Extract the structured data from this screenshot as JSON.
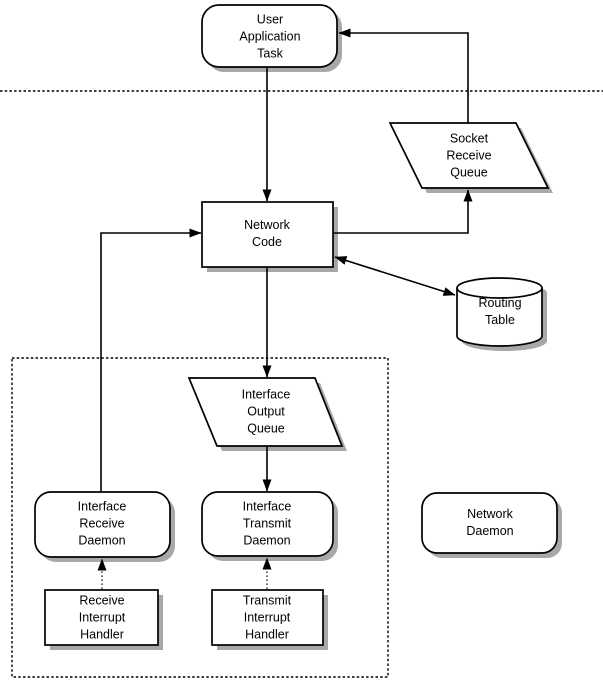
{
  "diagram": {
    "type": "flow-diagram",
    "nodes": {
      "user_application_task": {
        "label": "User\nApplication\nTask",
        "shape": "rounded-rect"
      },
      "socket_receive_queue": {
        "label": "Socket\nReceive\nQueue",
        "shape": "parallelogram"
      },
      "network_code": {
        "label": "Network\nCode",
        "shape": "rect"
      },
      "routing_table": {
        "label": "Routing\nTable",
        "shape": "cylinder"
      },
      "interface_output_queue": {
        "label": "Interface\nOutput\nQueue",
        "shape": "parallelogram"
      },
      "interface_receive_daemon": {
        "label": "Interface\nReceive\nDaemon",
        "shape": "rounded-rect"
      },
      "interface_transmit_daemon": {
        "label": "Interface\nTransmit\nDaemon",
        "shape": "rounded-rect"
      },
      "network_daemon": {
        "label": "Network\nDaemon",
        "shape": "rounded-rect"
      },
      "receive_interrupt_handler": {
        "label": "Receive\nInterrupt\nHandler",
        "shape": "rect"
      },
      "transmit_interrupt_handler": {
        "label": "Transmit\nInterrupt\nHandler",
        "shape": "rect"
      }
    },
    "edges": [
      {
        "from": "user_application_task",
        "to": "network_code",
        "style": "solid-arrow"
      },
      {
        "from": "socket_receive_queue",
        "to": "user_application_task",
        "style": "solid-arrow"
      },
      {
        "from": "network_code",
        "to": "socket_receive_queue",
        "style": "solid-arrow"
      },
      {
        "from": "network_code",
        "to": "routing_table",
        "style": "double-headed-arrow"
      },
      {
        "from": "network_code",
        "to": "interface_output_queue",
        "style": "solid-arrow"
      },
      {
        "from": "interface_output_queue",
        "to": "interface_transmit_daemon",
        "style": "solid-arrow"
      },
      {
        "from": "interface_receive_daemon",
        "to": "network_code",
        "style": "solid-arrow"
      },
      {
        "from": "receive_interrupt_handler",
        "to": "interface_receive_daemon",
        "style": "dotted-arrow"
      },
      {
        "from": "transmit_interrupt_handler",
        "to": "interface_transmit_daemon",
        "style": "dotted-arrow"
      }
    ],
    "regions": [
      {
        "name": "user-kernel-boundary",
        "style": "dotted-horizontal-line"
      },
      {
        "name": "interface-layer-box",
        "style": "dotted-rectangle"
      }
    ],
    "colors": {
      "stroke": "#000000",
      "fill": "#ffffff",
      "shadow": "#a8a8a8",
      "background": "#ffffff"
    }
  }
}
